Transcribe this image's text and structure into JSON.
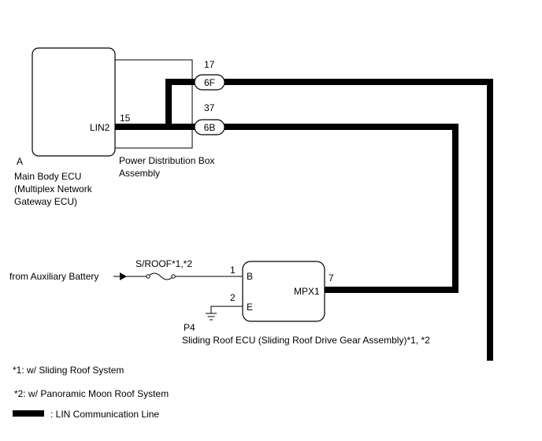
{
  "main_ecu": {
    "ref": "A",
    "name_lines": [
      "Main Body ECU",
      "(Multiplex Network",
      "Gateway ECU)"
    ],
    "terminal_label": "LIN2",
    "pin": "15"
  },
  "pdb": {
    "name_lines": [
      "Power Distribution Box",
      "Assembly"
    ],
    "connectors": [
      {
        "id": "6F",
        "pin": "17"
      },
      {
        "id": "6B",
        "pin": "37"
      }
    ]
  },
  "sliding_roof_ecu": {
    "ref": "P4",
    "name": "Sliding Roof ECU (Sliding Roof Drive Gear Assembly)*1, *2",
    "terminals": [
      {
        "label": "B",
        "pin": "1"
      },
      {
        "label": "E",
        "pin": "2"
      },
      {
        "label": "MPX1",
        "pin": "7"
      }
    ]
  },
  "power_source": "from Auxiliary Battery",
  "fuse": "S/ROOF*1,*2",
  "notes": [
    "*1: w/ Sliding Roof System",
    "*2: w/ Panoramic Moon Roof System"
  ],
  "legend": ": LIN Communication Line"
}
